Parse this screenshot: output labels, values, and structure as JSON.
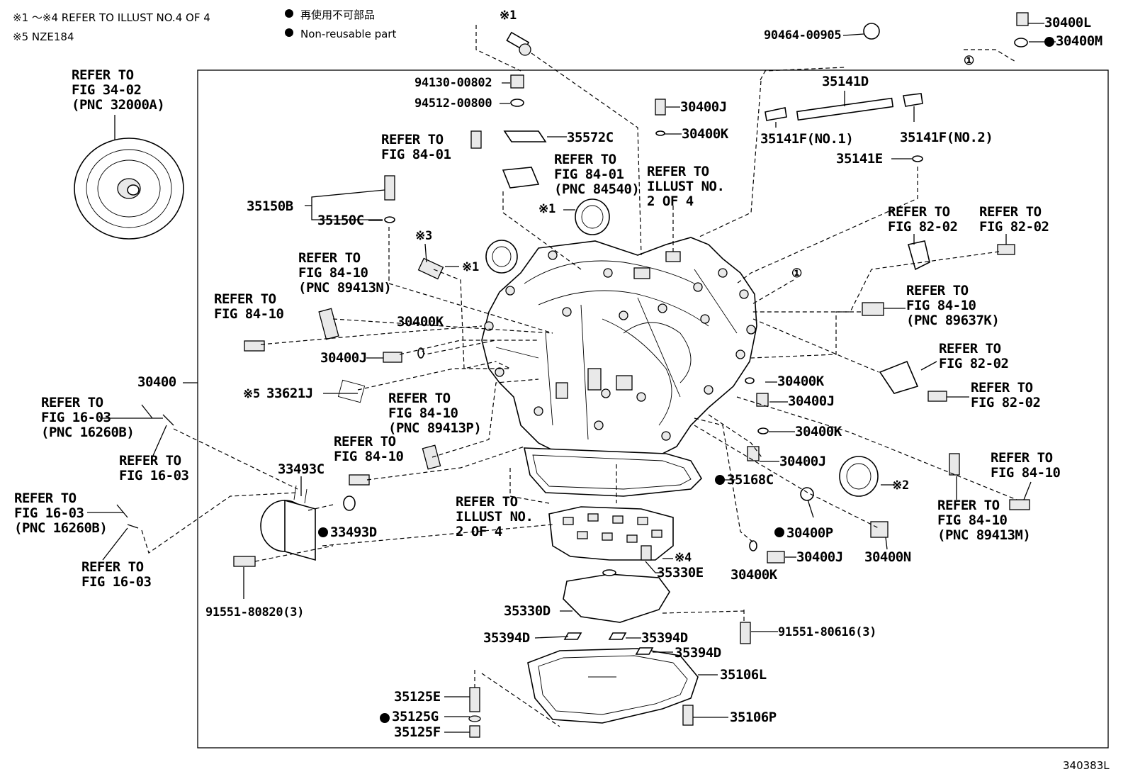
{
  "notes": {
    "line1": "※1 ～※4 REFER TO ILLUST NO.4 OF 4",
    "line2": "※5 NZE184",
    "legend_jp": "再使用不可部品",
    "legend_en": "Non-reusable part"
  },
  "diagram_code": "340383L",
  "torque_converter_ref": [
    "REFER TO",
    "FIG 34-02",
    "(PNC 32000A)"
  ],
  "labels": {
    "l_30400": "30400",
    "l_30400L": "30400L",
    "l_30400M": "30400M",
    "l_90464": "90464-00905",
    "l_35141D": "35141D",
    "l_35141F1": "35141F(NO.1)",
    "l_35141F2": "35141F(NO.2)",
    "l_35141E": "35141E",
    "l_94130": "94130-00802",
    "l_94512": "94512-00800",
    "l_35572C": "35572C",
    "l_30400J_a": "30400J",
    "l_30400K_a": "30400K",
    "l_35150B": "35150B",
    "l_35150C": "35150C",
    "l_30400K_b": "30400K",
    "l_30400J_b": "30400J",
    "l_33621J": "33621J",
    "l_x5": "※5",
    "l_30400K_c": "30400K",
    "l_30400J_c": "30400J",
    "l_30400K_d": "30400K",
    "l_30400J_d": "30400J",
    "l_35168C": "35168C",
    "l_30400P": "30400P",
    "l_30400J_e": "30400J",
    "l_30400K_e": "30400K",
    "l_30400N": "30400N",
    "l_33493C": "33493C",
    "l_33493D": "33493D",
    "l_91551_808": "91551-80820(3)",
    "l_35330E": "35330E",
    "l_35330D": "35330D",
    "l_91551_806": "91551-80616(3)",
    "l_35394D_a": "35394D",
    "l_35394D_b": "35394D",
    "l_35394D_c": "35394D",
    "l_35106L": "35106L",
    "l_35106P": "35106P",
    "l_35125E": "35125E",
    "l_35125G": "35125G",
    "l_35125F": "35125F",
    "l_x1_top": "※1",
    "l_x1_a": "※1",
    "l_x1_b": "※1",
    "l_x2": "※2",
    "l_x3": "※3",
    "l_x4": "※4",
    "l_circ1_a": "①",
    "l_circ1_b": "①"
  },
  "refs": {
    "r_84_01a": [
      "REFER TO",
      "FIG 84-01"
    ],
    "r_84_01b": [
      "REFER TO",
      "FIG 84-01",
      "(PNC 84540)"
    ],
    "r_illust2a": [
      "REFER TO",
      "ILLUST NO.",
      "2 OF 4"
    ],
    "r_84_10n": [
      "REFER TO",
      "FIG 84-10",
      "(PNC 89413N)"
    ],
    "r_84_10": [
      "REFER TO",
      "FIG 84-10"
    ],
    "r_82_02a": [
      "REFER TO",
      "FIG 82-02"
    ],
    "r_82_02b": [
      "REFER TO",
      "FIG 82-02"
    ],
    "r_84_10k": [
      "REFER TO",
      "FIG 84-10",
      "(PNC 89637K)"
    ],
    "r_82_02c": [
      "REFER TO",
      "FIG 82-02"
    ],
    "r_82_02d": [
      "REFER TO",
      "FIG 82-02"
    ],
    "r_16_03a": [
      "REFER TO",
      "FIG 16-03",
      "(PNC 16260B)"
    ],
    "r_16_03b": [
      "REFER TO",
      "FIG 16-03"
    ],
    "r_84_10p": [
      "REFER TO",
      "FIG 84-10",
      "(PNC 89413P)"
    ],
    "r_84_10b": [
      "REFER TO",
      "FIG 84-10"
    ],
    "r_illust2b": [
      "REFER TO",
      "ILLUST NO.",
      "2 OF 4"
    ],
    "r_16_03c": [
      "REFER TO",
      "FIG 16-03",
      "(PNC 16260B)"
    ],
    "r_16_03d": [
      "REFER TO",
      "FIG 16-03"
    ],
    "r_84_10r": [
      "REFER TO",
      "FIG 84-10"
    ],
    "r_84_10m": [
      "REFER TO",
      "FIG 84-10",
      "(PNC 89413M)"
    ]
  }
}
